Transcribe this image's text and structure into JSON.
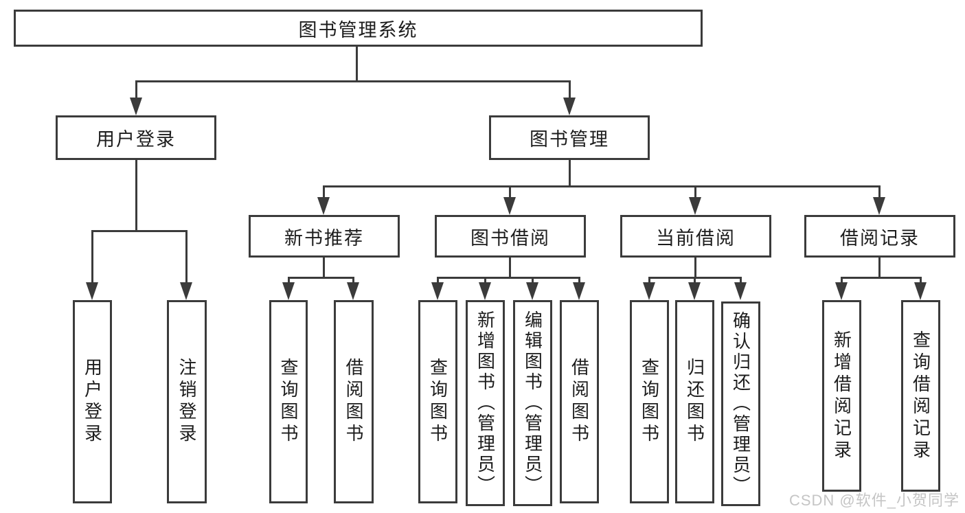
{
  "watermark": "CSDN @软件_小贺同学",
  "colors": {
    "line": "#3b3b3b",
    "text": "#1c1c1c",
    "background": "#ffffff",
    "watermark_color": "#c5c5c5"
  },
  "tree": {
    "label": "图书管理系统",
    "children": [
      {
        "label": "用户登录",
        "children": [
          {
            "label": "用户登录"
          },
          {
            "label": "注销登录"
          }
        ]
      },
      {
        "label": "图书管理",
        "children": [
          {
            "label": "新书推荐",
            "children": [
              {
                "label": "查询图书"
              },
              {
                "label": "借阅图书"
              }
            ]
          },
          {
            "label": "图书借阅",
            "children": [
              {
                "label": "查询图书"
              },
              {
                "label": "新增图书（管理员）"
              },
              {
                "label": "编辑图书（管理员）"
              },
              {
                "label": "借阅图书"
              }
            ]
          },
          {
            "label": "当前借阅",
            "children": [
              {
                "label": "查询图书"
              },
              {
                "label": "归还图书"
              },
              {
                "label": "确认归还（管理员）"
              }
            ]
          },
          {
            "label": "借阅记录",
            "children": [
              {
                "label": "新增借阅记录"
              },
              {
                "label": "查询借阅记录"
              }
            ]
          }
        ]
      }
    ]
  }
}
